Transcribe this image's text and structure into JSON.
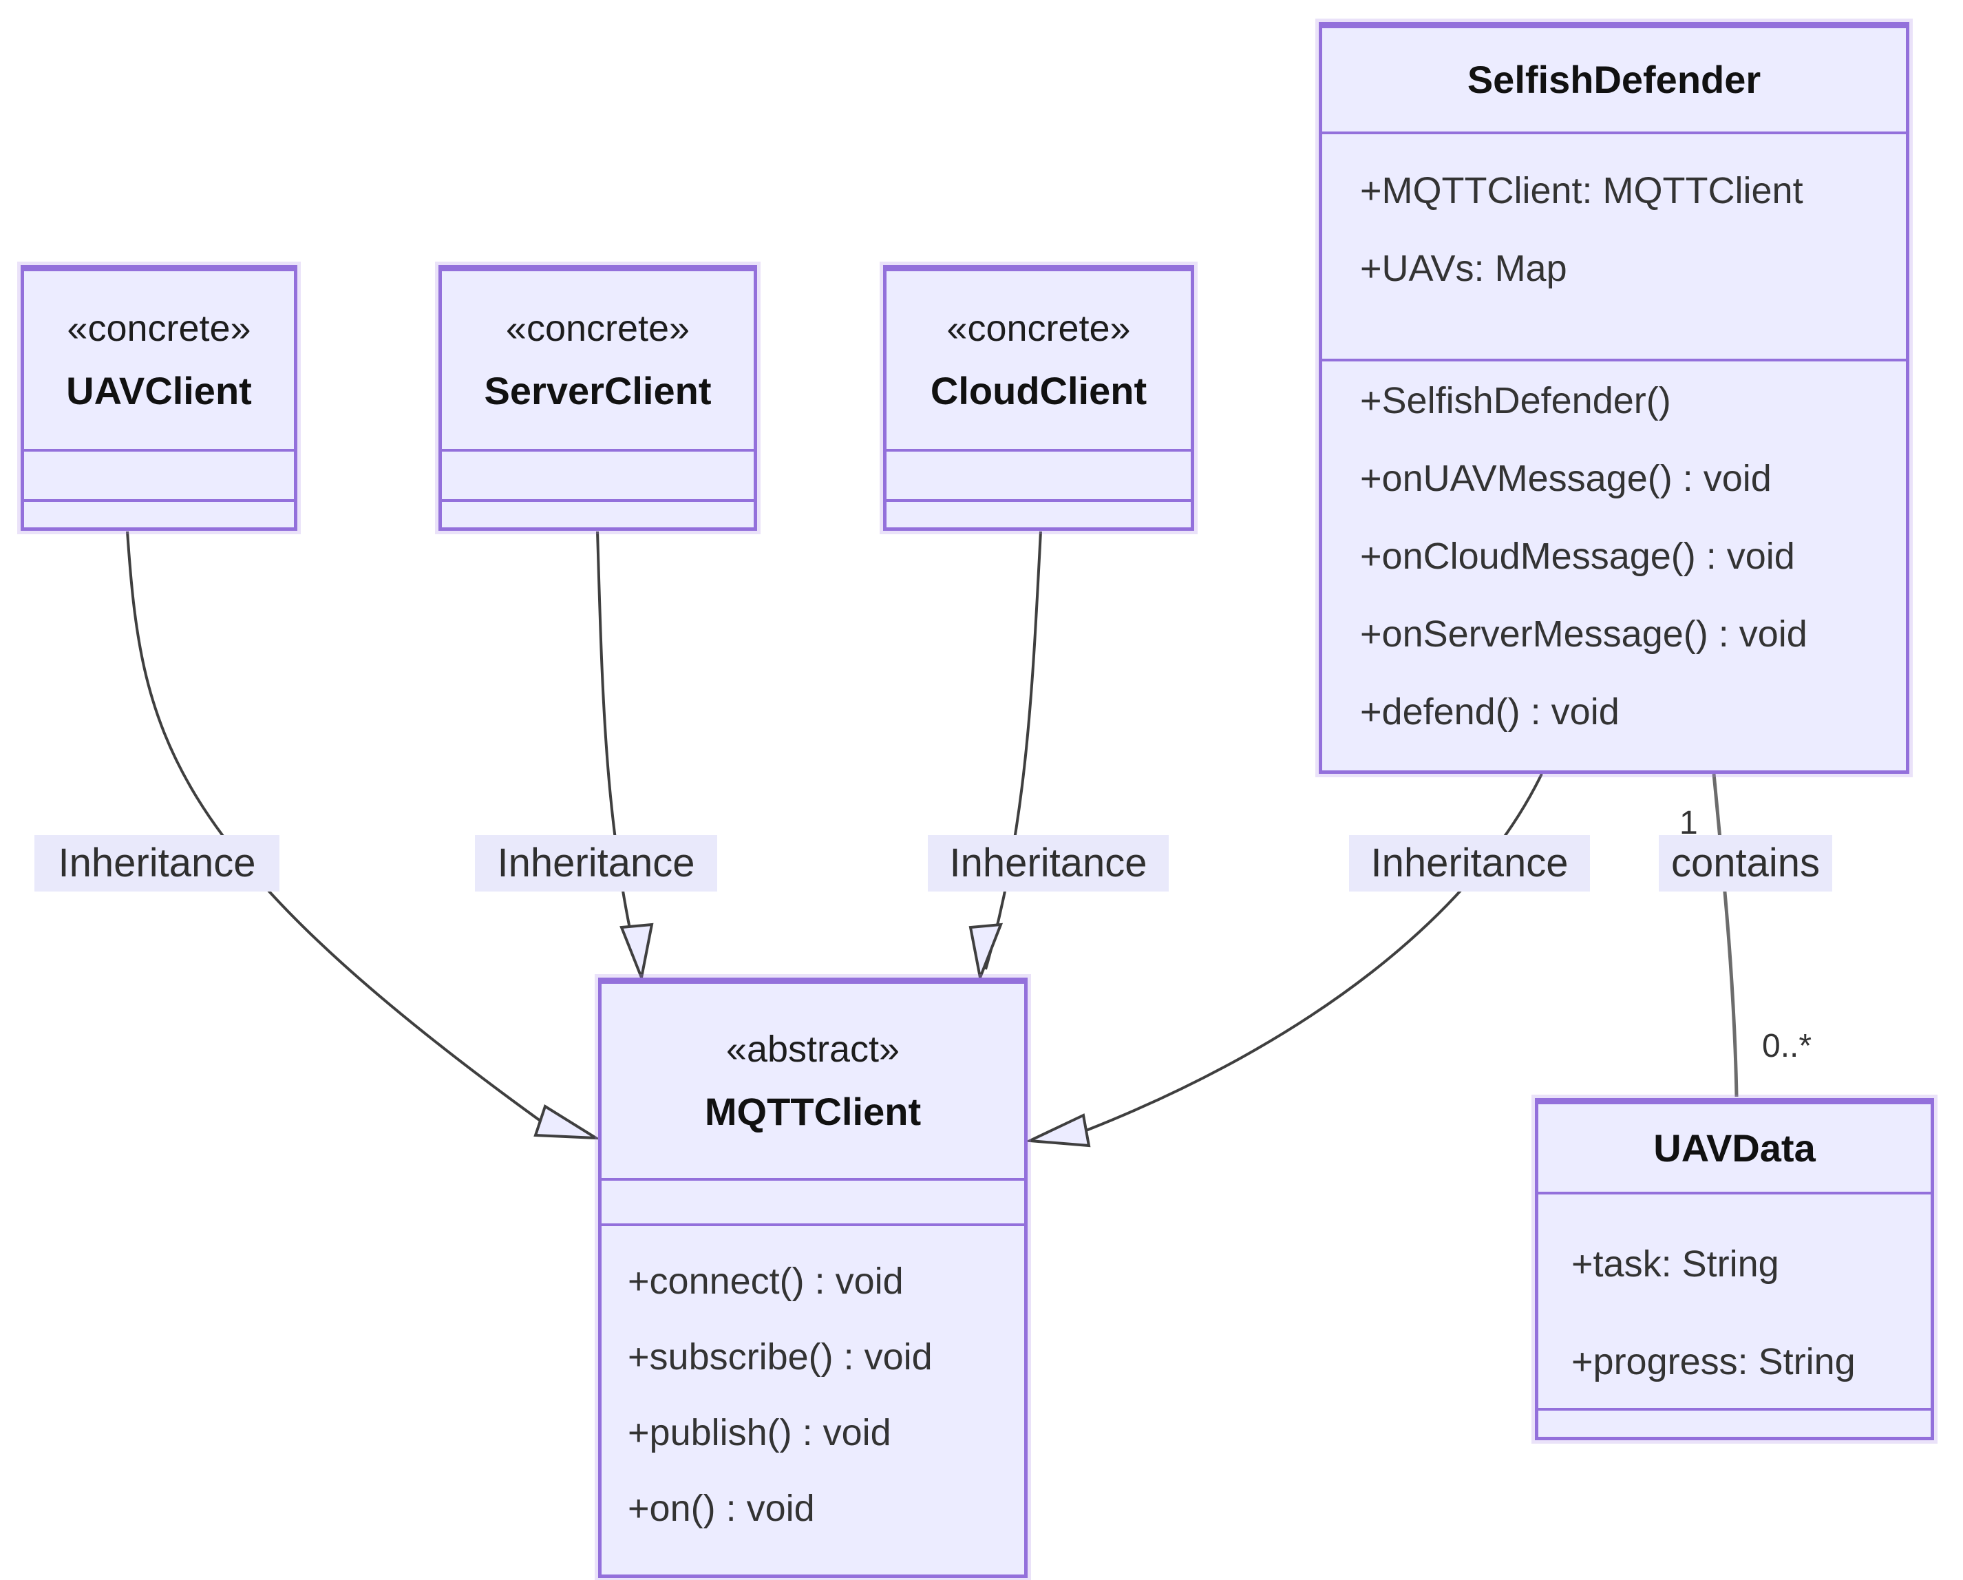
{
  "diagram": {
    "type": "uml-class-diagram",
    "classes": [
      {
        "id": "UAVClient",
        "stereotype": "«concrete»",
        "name": "UAVClient",
        "attributes": [],
        "methods": []
      },
      {
        "id": "ServerClient",
        "stereotype": "«concrete»",
        "name": "ServerClient",
        "attributes": [],
        "methods": []
      },
      {
        "id": "CloudClient",
        "stereotype": "«concrete»",
        "name": "CloudClient",
        "attributes": [],
        "methods": []
      },
      {
        "id": "SelfishDefender",
        "stereotype": "",
        "name": "SelfishDefender",
        "attributes": [
          "+MQTTClient: MQTTClient",
          "+UAVs: Map"
        ],
        "methods": [
          "+SelfishDefender()",
          "+onUAVMessage() : void",
          "+onCloudMessage() : void",
          "+onServerMessage() : void",
          "+defend() : void"
        ]
      },
      {
        "id": "MQTTClient",
        "stereotype": "«abstract»",
        "name": "MQTTClient",
        "attributes": [],
        "methods": [
          "+connect() : void",
          "+subscribe() : void",
          "+publish() : void",
          "+on() : void"
        ]
      },
      {
        "id": "UAVData",
        "stereotype": "",
        "name": "UAVData",
        "attributes": [
          "+task: String",
          "+progress: String"
        ],
        "methods": []
      }
    ],
    "edge_labels": [
      "Inheritance",
      "Inheritance",
      "Inheritance",
      "Inheritance",
      "contains"
    ],
    "multiplicities": {
      "contains_source": "1",
      "contains_target": "0..*"
    },
    "colors": {
      "node_fill": "#ECECFF",
      "node_border": "#9370DB",
      "edge_line": "#3f3f3f",
      "contains_line": "#6c6c6c",
      "label_background": "#e9e9fb",
      "text": "#333333"
    }
  }
}
